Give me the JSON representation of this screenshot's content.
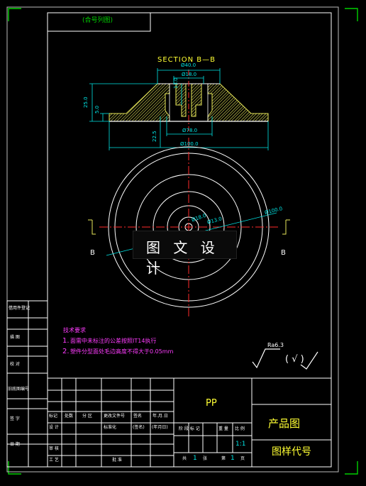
{
  "header_box_label": "(合号列图)",
  "section_title": "SECTION B—B",
  "section_marker": "B",
  "dimensions": {
    "d40": "Ø40.0",
    "d18": "Ø18.0",
    "d13": "13.0",
    "d78": "Ø78.0",
    "d100": "Ø100.0",
    "h25": "25.0",
    "h5": "5.0",
    "h22_5": "22.5",
    "r18": "Ø18.0",
    "r100": "Ø100.0",
    "r13": "Ø13.0"
  },
  "watermark": "图 文 设 计",
  "tech_req": {
    "title": "技术要求",
    "item1_num": "1.",
    "item1": "面需中未标注的公差按照IT14执行",
    "item2_num": "2.",
    "item2": "塑件分型面处毛边高度不得大于0.05mm"
  },
  "roughness": {
    "value": "Ra6.3",
    "paren": "(  √ )"
  },
  "left_strip": [
    "借用件登记",
    "描  图",
    "校  对",
    "旧底图编号",
    "签  字",
    "日  期"
  ],
  "title_block": {
    "material": "PP",
    "product": "产品图",
    "drawing_code": "图样代号",
    "scale": "1:1",
    "row_labels": {
      "mark": "标记",
      "count": "处数",
      "zone": "分 区",
      "change_doc": "更改文件号",
      "sign": "签名",
      "date": "年.月.日",
      "design": "设 计",
      "standardize": "标准化",
      "sign_paren": "(签名)",
      "date_paren": "(年月日)",
      "review": "审 核",
      "process": "工 艺",
      "approve": "批 准"
    },
    "stage_headers": [
      "阶 段 标 记",
      "重 量",
      "比 例"
    ],
    "sheet": {
      "total_label": "共",
      "total": "1",
      "sheet_label": "张",
      "no_label": "第",
      "no": "1",
      "page_label": "页"
    }
  },
  "colors": {
    "background": "#000000",
    "frame": "#ffffff",
    "dimension": "#00e5e5",
    "centerline": "#ff2a2a",
    "hatch": "#e8e85a",
    "tech_text": "#ff3cff",
    "corner_marks": "#00d000",
    "section_title": "#ffff33"
  }
}
